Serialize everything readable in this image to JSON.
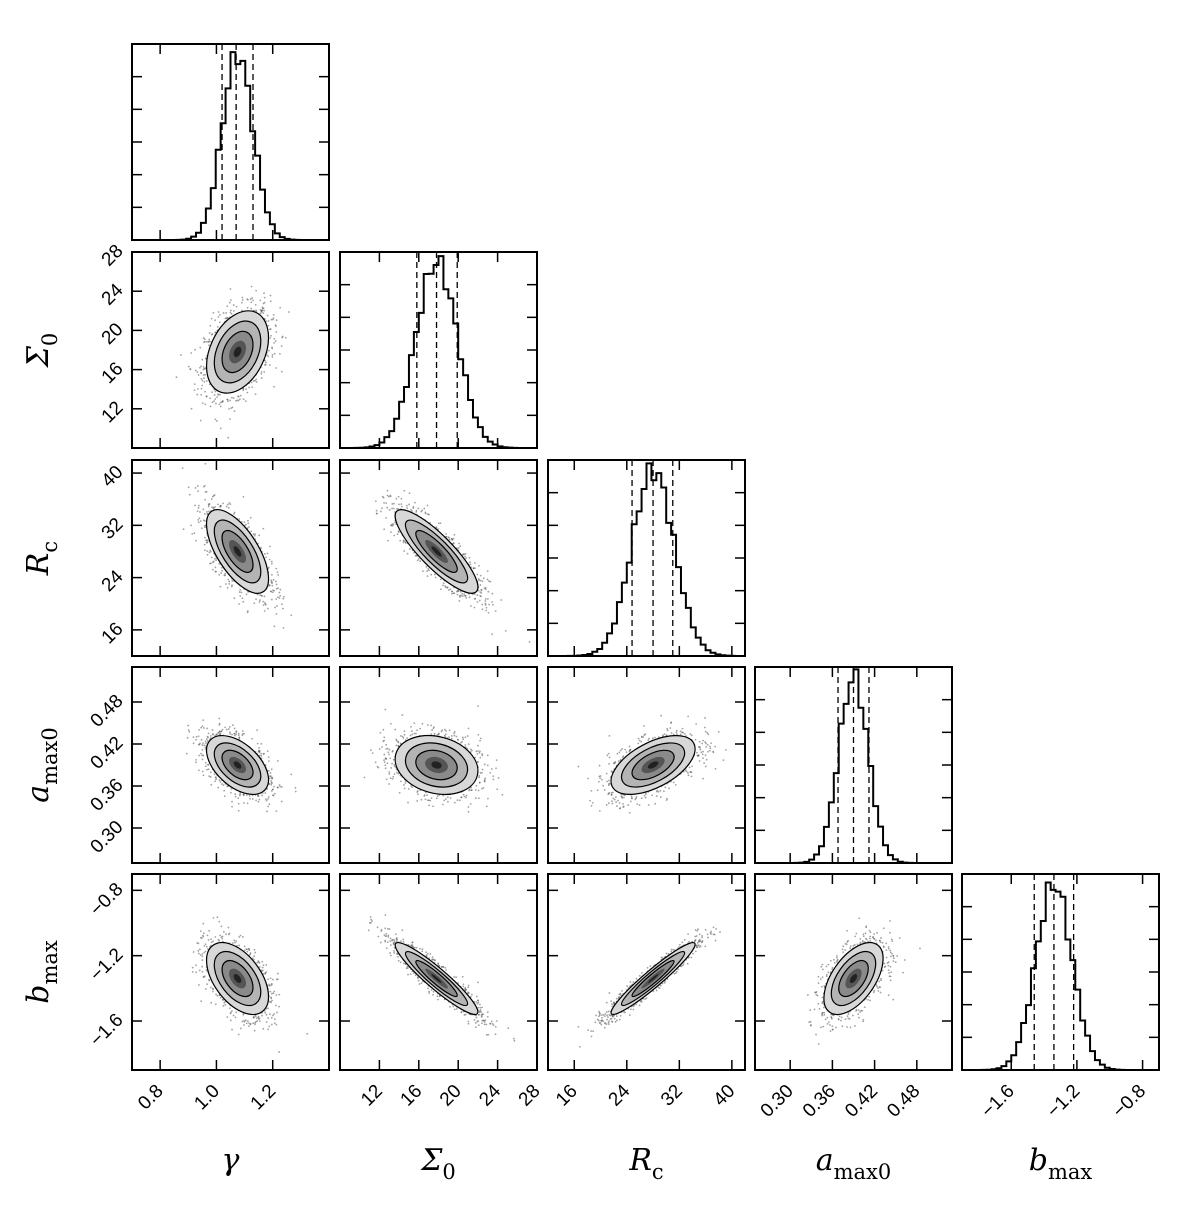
{
  "chart_data": {
    "type": "corner",
    "parameters": [
      {
        "symbol": "γ",
        "subscript": "",
        "range": [
          0.7,
          1.4
        ],
        "ticks": [
          0.8,
          1.0,
          1.2
        ],
        "tick_labels": [
          "0.8",
          "1.0",
          "1.2"
        ],
        "mean": 1.075,
        "sd": 0.055,
        "quantiles": [
          1.02,
          1.07,
          1.13
        ]
      },
      {
        "symbol": "Σ",
        "subscript": "0",
        "range": [
          8,
          28
        ],
        "ticks": [
          12,
          16,
          20,
          24,
          28
        ],
        "tick_labels": [
          "12",
          "16",
          "20",
          "24",
          "28"
        ],
        "mean": 17.8,
        "sd": 2.1,
        "quantiles": [
          15.8,
          17.8,
          19.9
        ]
      },
      {
        "symbol": "R",
        "subscript": "c",
        "range": [
          12,
          42
        ],
        "ticks": [
          16,
          24,
          32,
          40
        ],
        "tick_labels": [
          "16",
          "24",
          "32",
          "40"
        ],
        "mean": 28.0,
        "sd": 3.2,
        "quantiles": [
          24.8,
          28.0,
          31.0
        ]
      },
      {
        "symbol": "a",
        "subscript": "max0",
        "range": [
          0.25,
          0.53
        ],
        "ticks": [
          0.3,
          0.36,
          0.42,
          0.48
        ],
        "tick_labels": [
          "0.30",
          "0.36",
          "0.42",
          "0.48"
        ],
        "mean": 0.39,
        "sd": 0.021,
        "quantiles": [
          0.368,
          0.39,
          0.412
        ]
      },
      {
        "symbol": "b",
        "subscript": "max",
        "range": [
          -1.9,
          -0.7
        ],
        "ticks": [
          -1.6,
          -1.2,
          -0.8
        ],
        "tick_labels": [
          "−1.6",
          "−1.2",
          "−0.8"
        ],
        "mean": -1.34,
        "sd": 0.11,
        "quantiles": [
          -1.46,
          -1.34,
          -1.22
        ]
      }
    ],
    "correlations": [
      [
        1.0,
        0.35,
        -0.65,
        -0.5,
        -0.5
      ],
      [
        0.35,
        1.0,
        -0.85,
        -0.2,
        -0.93
      ],
      [
        -0.65,
        -0.85,
        1.0,
        0.55,
        0.95
      ],
      [
        -0.5,
        -0.2,
        0.55,
        1.0,
        0.55
      ],
      [
        -0.5,
        -0.93,
        0.95,
        0.55,
        1.0
      ]
    ],
    "grid": false,
    "legend": "none"
  }
}
